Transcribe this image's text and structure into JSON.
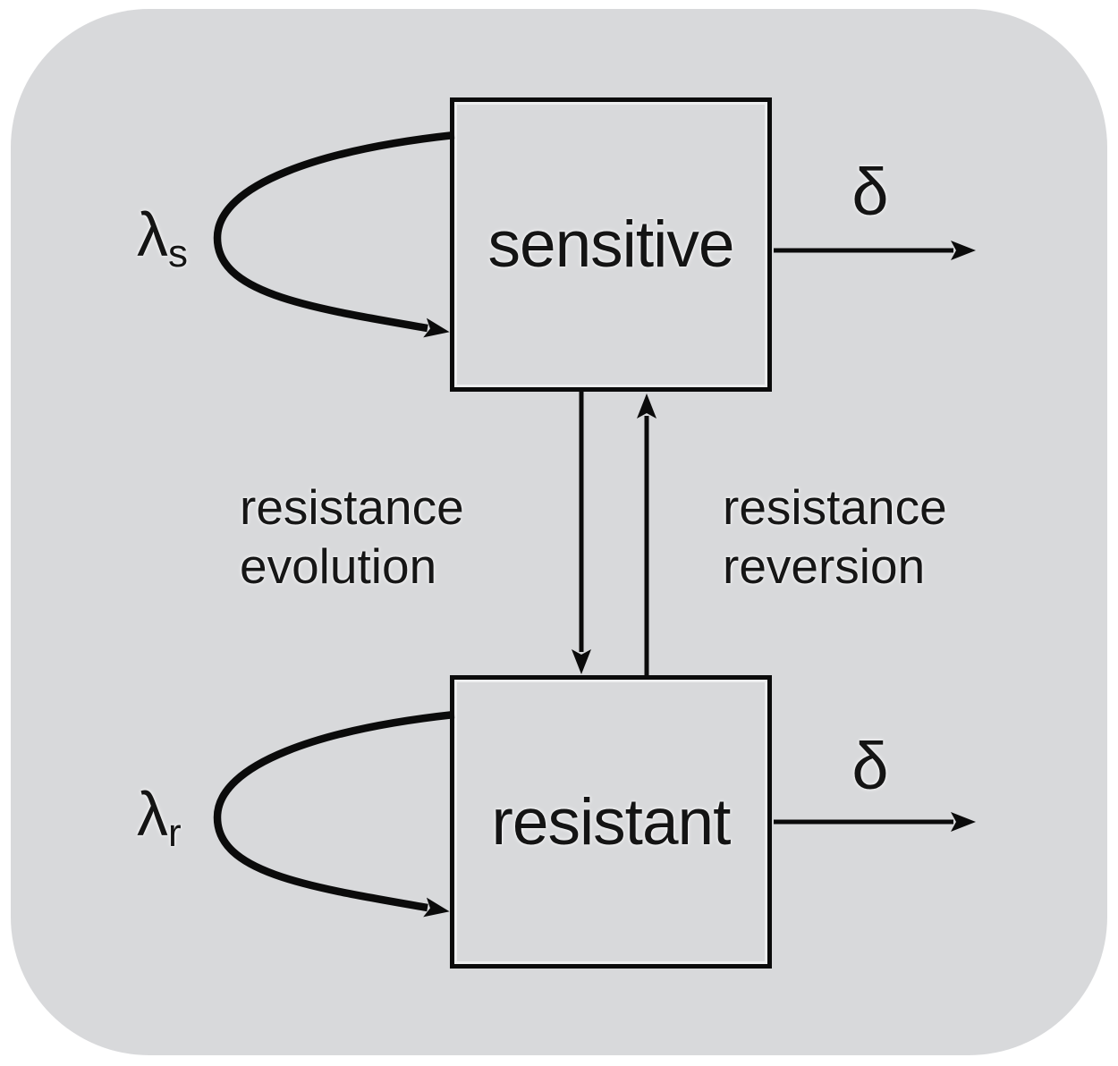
{
  "figure": {
    "type": "two-compartment state diagram",
    "panel_background_color": "#d8d9db",
    "stroke_color": "#0b0b0b",
    "text_color": "#141414"
  },
  "compartments": {
    "sensitive": {
      "label": "sensitive"
    },
    "resistant": {
      "label": "resistant"
    }
  },
  "self_loops": {
    "sensitive": {
      "symbol": "λ",
      "subscript": "s"
    },
    "resistant": {
      "symbol": "λ",
      "subscript": "r"
    }
  },
  "transitions": {
    "evolution": {
      "line1": "resistance",
      "line2": "evolution",
      "direction": "sensitive → resistant"
    },
    "reversion": {
      "line1": "resistance",
      "line2": "reversion",
      "direction": "resistant → sensitive"
    }
  },
  "exit_rates": {
    "sensitive": {
      "label": "δ"
    },
    "resistant": {
      "label": "δ"
    }
  }
}
